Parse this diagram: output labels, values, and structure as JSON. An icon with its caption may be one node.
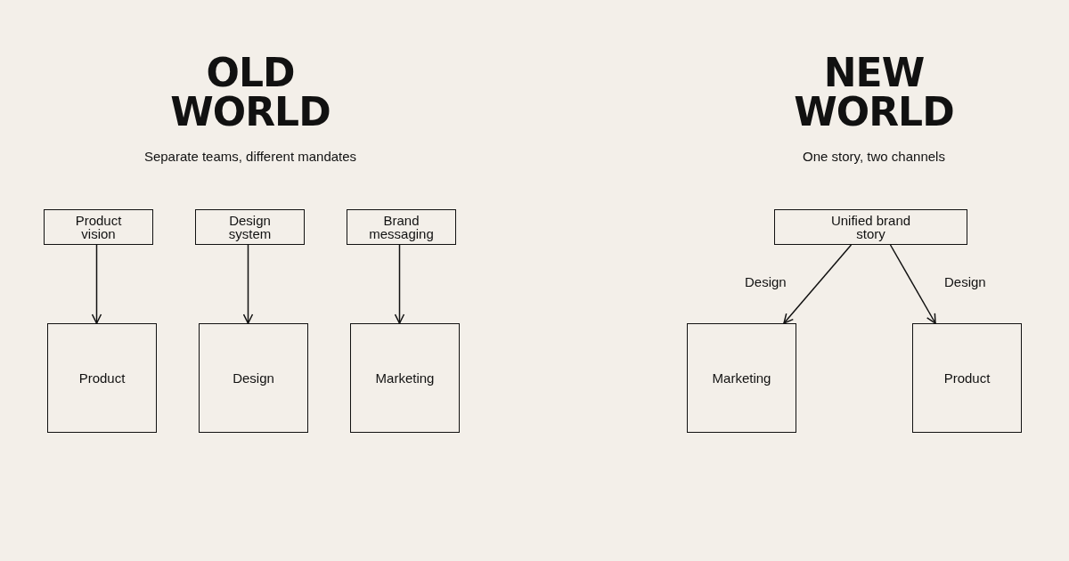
{
  "diagram": {
    "nodes": [
      {
        "text": [
          "Product vision"
        ]
      },
      {
        "text": [
          "Design system"
        ]
      },
      {
        "text": [
          "Brand messaging"
        ]
      },
      {
        "text": [
          "Product"
        ]
      },
      {
        "text": [
          "Design"
        ]
      },
      {
        "text": [
          "Marketing"
        ]
      },
      {
        "text": [
          "Unified brand story"
        ]
      },
      {
        "text": [
          "Marketing"
        ]
      },
      {
        "text": [
          "Product"
        ]
      }
    ],
    "edges": [
      {
        "from": 0,
        "to": 3,
        "arrow": "to"
      },
      {
        "from": 1,
        "to": 4,
        "arrow": "to"
      },
      {
        "from": 2,
        "to": 5,
        "arrow": "to"
      },
      {
        "from": 6,
        "to": 7,
        "arrow": "to",
        "label": "Design"
      },
      {
        "from": 6,
        "to": 8,
        "arrow": "to",
        "label": "Design"
      }
    ],
    "labels": [
      "OLD WORLD",
      "Separate teams, different mandates",
      "NEW WORLD",
      "One story, two channels"
    ]
  }
}
